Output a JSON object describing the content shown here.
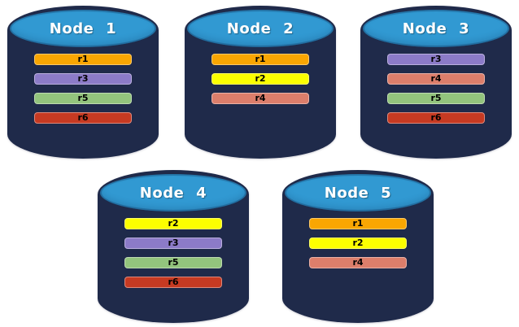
{
  "colors": {
    "background": "#FFFFFF",
    "cylinder_body": "#1F2A4A",
    "cylinder_top": "#3199D2",
    "title_text": "#FFFFFF",
    "bar_text": "#000000",
    "replica_colors": {
      "r1": "#F9A602",
      "r2": "#FCFF00",
      "r3": "#8C7BC8",
      "r4": "#DC7E6B",
      "r5": "#93C47D",
      "r6": "#C63A22"
    }
  },
  "nodes": [
    {
      "id": "node-1",
      "title": "Node 1",
      "bars": [
        {
          "label": "r1",
          "color": "#F9A602"
        },
        {
          "label": "r3",
          "color": "#8C7BC8"
        },
        {
          "label": "r5",
          "color": "#93C47D"
        },
        {
          "label": "r6",
          "color": "#C63A22"
        }
      ]
    },
    {
      "id": "node-2",
      "title": "Node 2",
      "bars": [
        {
          "label": "r1",
          "color": "#F9A602"
        },
        {
          "label": "r2",
          "color": "#FCFF00"
        },
        {
          "label": "r4",
          "color": "#DC7E6B"
        }
      ]
    },
    {
      "id": "node-3",
      "title": "Node 3",
      "bars": [
        {
          "label": "r3",
          "color": "#8C7BC8"
        },
        {
          "label": "r4",
          "color": "#DC7E6B"
        },
        {
          "label": "r5",
          "color": "#93C47D"
        },
        {
          "label": "r6",
          "color": "#C63A22"
        }
      ]
    },
    {
      "id": "node-4",
      "title": "Node 4",
      "bars": [
        {
          "label": "r2",
          "color": "#FCFF00"
        },
        {
          "label": "r3",
          "color": "#8C7BC8"
        },
        {
          "label": "r5",
          "color": "#93C47D"
        },
        {
          "label": "r6",
          "color": "#C63A22"
        }
      ]
    },
    {
      "id": "node-5",
      "title": "Node 5",
      "bars": [
        {
          "label": "r1",
          "color": "#F9A602"
        },
        {
          "label": "r2",
          "color": "#FCFF00"
        },
        {
          "label": "r4",
          "color": "#DC7E6B"
        }
      ]
    }
  ]
}
